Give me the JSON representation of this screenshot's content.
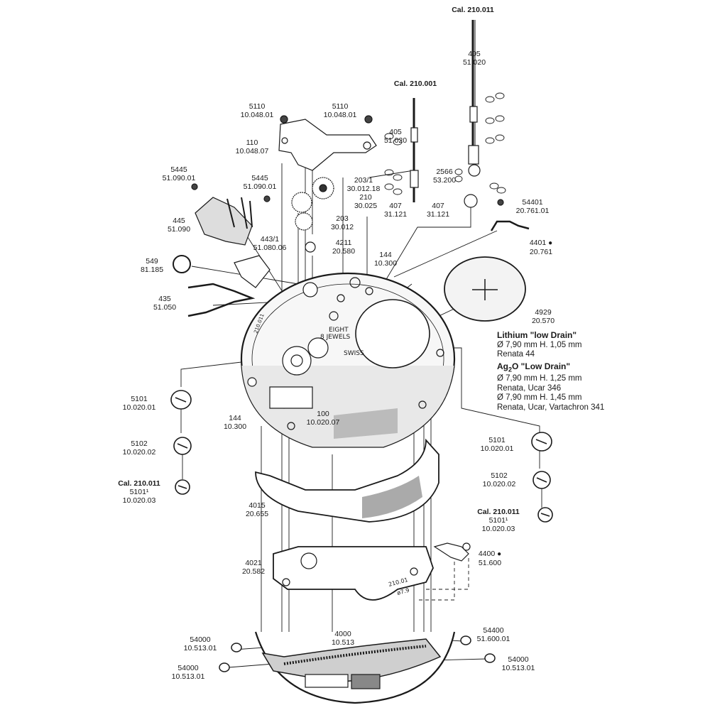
{
  "labels": [
    {
      "id": "cal-210011-top",
      "lines": [
        "Cal. 210.011"
      ],
      "bold": true
    },
    {
      "id": "p405-a",
      "lines": [
        "405",
        "51.020"
      ]
    },
    {
      "id": "cal-210001",
      "lines": [
        "Cal. 210.001"
      ],
      "bold": true
    },
    {
      "id": "p5110-a",
      "lines": [
        "5110",
        "10.048.01"
      ]
    },
    {
      "id": "p5110-b",
      "lines": [
        "5110",
        "10.048.01"
      ]
    },
    {
      "id": "p110",
      "lines": [
        "110",
        "10.048.07"
      ]
    },
    {
      "id": "p405-b",
      "lines": [
        "405",
        "51.020"
      ]
    },
    {
      "id": "p5445-a",
      "lines": [
        "5445",
        "51.090.01"
      ]
    },
    {
      "id": "p5445-b",
      "lines": [
        "5445",
        "51.090.01"
      ]
    },
    {
      "id": "p2566",
      "lines": [
        "2566",
        "53.200"
      ]
    },
    {
      "id": "p203-1",
      "lines": [
        "203/1",
        "30.012.18"
      ]
    },
    {
      "id": "p210",
      "lines": [
        "210",
        "30.025"
      ]
    },
    {
      "id": "p407-a",
      "lines": [
        "407",
        "31.121"
      ]
    },
    {
      "id": "p407-b",
      "lines": [
        "407",
        "31.121"
      ]
    },
    {
      "id": "p54401",
      "lines": [
        "54401",
        "20.761.01"
      ]
    },
    {
      "id": "p445",
      "lines": [
        "445",
        "51.090"
      ]
    },
    {
      "id": "p203",
      "lines": [
        "203",
        "30.012"
      ]
    },
    {
      "id": "p443-1",
      "lines": [
        "443/1",
        "51.080.06"
      ]
    },
    {
      "id": "p4211",
      "lines": [
        "4211",
        "20.580"
      ]
    },
    {
      "id": "p4401",
      "lines": [
        "4401",
        "20.761"
      ],
      "dot": true
    },
    {
      "id": "p549",
      "lines": [
        "549",
        "81.185"
      ]
    },
    {
      "id": "p144-a",
      "lines": [
        "144",
        "10.300"
      ]
    },
    {
      "id": "p435",
      "lines": [
        "435",
        "51.050"
      ]
    },
    {
      "id": "p4929",
      "lines": [
        "4929",
        "20.570"
      ]
    },
    {
      "id": "p5101-l",
      "lines": [
        "5101",
        "10.020.01"
      ]
    },
    {
      "id": "p144-b",
      "lines": [
        "144",
        "10.300"
      ]
    },
    {
      "id": "p100",
      "lines": [
        "100",
        "10.020.07"
      ]
    },
    {
      "id": "p5101-r",
      "lines": [
        "5101",
        "10.020.01"
      ]
    },
    {
      "id": "p5102-l",
      "lines": [
        "5102",
        "10.020.02"
      ]
    },
    {
      "id": "p5102-r",
      "lines": [
        "5102",
        "10.020.02"
      ]
    },
    {
      "id": "p-cal-l",
      "lines": [
        "Cal. 210.011",
        "5101¹",
        "10.020.03"
      ]
    },
    {
      "id": "p4015",
      "lines": [
        "4015",
        "20.655"
      ]
    },
    {
      "id": "p-cal-r",
      "lines": [
        "Cal. 210.011",
        "5101¹",
        "10.020.03"
      ]
    },
    {
      "id": "p4400",
      "lines": [
        "4400",
        "51.600"
      ],
      "dot": true
    },
    {
      "id": "p4021",
      "lines": [
        "4021",
        "20.582"
      ]
    },
    {
      "id": "p54400-r",
      "lines": [
        "54400",
        "51.600.01"
      ]
    },
    {
      "id": "p4000",
      "lines": [
        "4000",
        "10.513"
      ]
    },
    {
      "id": "p54000-l1",
      "lines": [
        "54000",
        "10.513.01"
      ]
    },
    {
      "id": "p54000-r",
      "lines": [
        "54000",
        "10.513.01"
      ]
    },
    {
      "id": "p54000-l2",
      "lines": [
        "54000",
        "10.513.01"
      ]
    }
  ],
  "dot_symbol": "●",
  "battery": {
    "lithium_title": "Lithium \"low Drain\"",
    "lithium_dims": "Ø 7,90 mm  H. 1,05 mm",
    "lithium_brand": "Renata 44",
    "ag2o_title_prefix": "Ag",
    "ag2o_sub": "2",
    "ag2o_title_suffix": "O \"Low Drain\"",
    "ag2o_dims_1": "Ø 7,90 mm  H. 1,25 mm",
    "ag2o_brand_1": "Renata, Ucar 346",
    "ag2o_dims_2": "Ø 7,90 mm  H. 1,45 mm",
    "ag2o_brand_2": "Renata, Ucar, Vartachron 341"
  },
  "plate_marks": {
    "eight": "EIGHT",
    "jewels": "8 JEWELS",
    "swiss": "SWISS",
    "cal_mark": "210.011",
    "small_mark": "210.01",
    "small_mark2": "ø7.9"
  }
}
